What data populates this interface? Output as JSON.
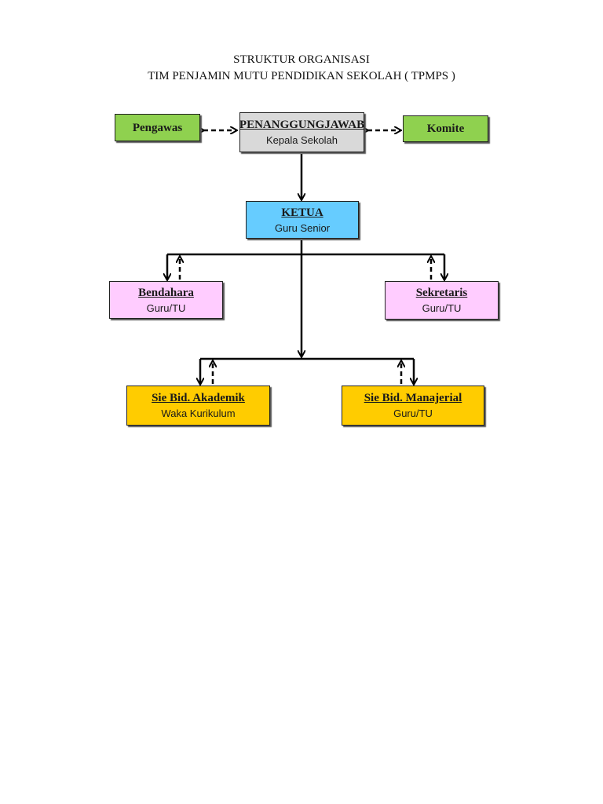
{
  "header": {
    "line1": "STRUKTUR  ORGANISASI",
    "line2": "TIM PENJAMIN MUTU PENDIDIKAN SEKOLAH ( TPMPS )"
  },
  "nodes": {
    "pengawas": {
      "title": "Pengawas"
    },
    "penanggungjawab": {
      "title": "PENANGGUNGJAWAB",
      "subtitle": "Kepala Sekolah"
    },
    "komite": {
      "title": "Komite"
    },
    "ketua": {
      "title": "KETUA",
      "subtitle": "Guru Senior"
    },
    "bendahara": {
      "title": "Bendahara",
      "subtitle": "Guru/TU"
    },
    "sekretaris": {
      "title": "Sekretaris",
      "subtitle": "Guru/TU"
    },
    "akademik": {
      "title": "Sie Bid. Akademik",
      "subtitle": "Waka Kurikulum"
    },
    "manajerial": {
      "title": "Sie Bid. Manajerial",
      "subtitle": "Guru/TU"
    }
  },
  "colors": {
    "green": "#8fd14f",
    "gray": "#d9d9d9",
    "blue": "#66ccff",
    "pink": "#ffccff",
    "gold": "#ffcc00"
  }
}
